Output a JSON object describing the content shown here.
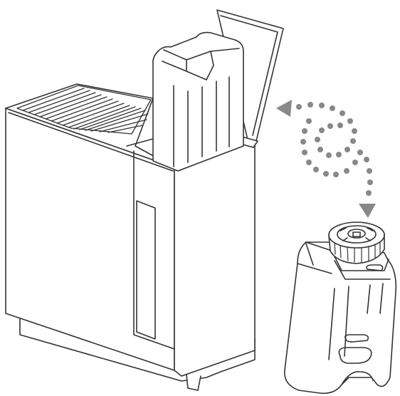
{
  "colors": {
    "line": "#333333",
    "arrow": "#888888",
    "fill": "#ffffff"
  },
  "illustration": {
    "subject": "humidifier-tank-refill",
    "parts": [
      "humidifier-body",
      "removable-water-tank",
      "tank-lid",
      "water-tank-cap",
      "refill-direction-arrow"
    ]
  }
}
